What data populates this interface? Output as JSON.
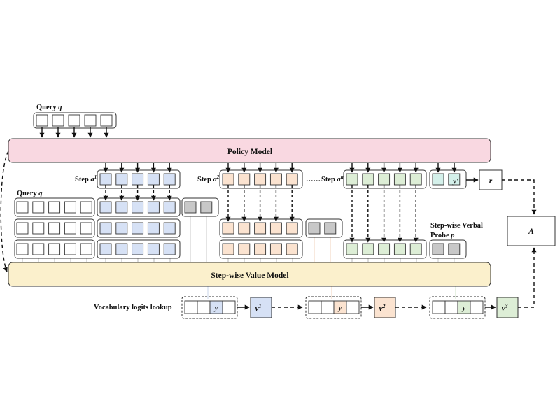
{
  "labels": {
    "query_top": "Query",
    "query_top_var": "q",
    "policy_model": "Policy Model",
    "step1": "Step",
    "step1_var": "a",
    "step1_sup": "1",
    "step2": "Step",
    "step2_var": "a",
    "step2_sup": "2",
    "ellipsis": "……",
    "stepn": "Step",
    "stepn_var": "a",
    "stepn_sup": "n",
    "query_left": "Query",
    "query_left_var": "q",
    "y_prime": "y'",
    "reward": "r",
    "advantage": "A",
    "probe_line1": "Step-wise Verbal",
    "probe_line2": "Probe",
    "probe_var": "p",
    "value_model": "Step-wise Value Model",
    "vocab_lookup": "Vocabulary logits lookup",
    "y1": "y",
    "y2": "y",
    "y3": "y",
    "v1": "v",
    "v1_sup": "1",
    "v2": "v",
    "v2_sup": "2",
    "v3": "v",
    "v3_sup": "3"
  },
  "colors": {
    "policy_fill": "#f9d8e1",
    "value_fill": "#fbf0cc",
    "step1_fill": "#d6e1f5",
    "step2_fill": "#fbe3d0",
    "stepn_fill": "#ddeed6",
    "probe_fill": "#c8c8c8",
    "yprime_fill": "#d4f0ea"
  }
}
